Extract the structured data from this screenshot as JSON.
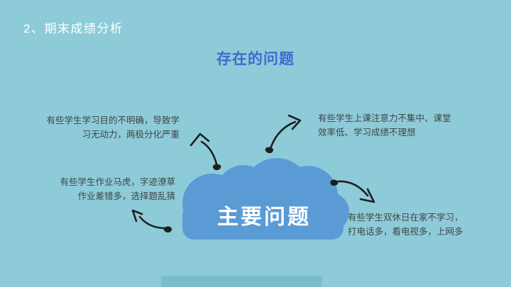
{
  "slide": {
    "header": "2、期末成绩分析",
    "title": "存在的问题",
    "cloud_label": "主要问题",
    "notes": {
      "top_left": {
        "line1": "有些学生学习目的不明确，导致学",
        "line2": "习无动力，两极分化严重"
      },
      "top_right": {
        "line1": "有些学生上课注意力不集中、课堂",
        "line2": "效率低、学习成绩不理想"
      },
      "middle_left": {
        "line1": "有些学生作业马虎，字迹潦草",
        "line2": "作业差错多，选择题乱猜"
      },
      "bottom_right": {
        "line1": "有些学生双休日在家不学习，",
        "line2": "打电话多，看电视多，上网多"
      }
    },
    "colors": {
      "background": "#8ecbd9",
      "cloud": "#5b9bd5",
      "title": "#3b6bd0",
      "header_text": "#ffffff",
      "note_text": "#3f4545",
      "arrow": "#1f2020",
      "bottom_bar": "#7cbccd"
    }
  }
}
